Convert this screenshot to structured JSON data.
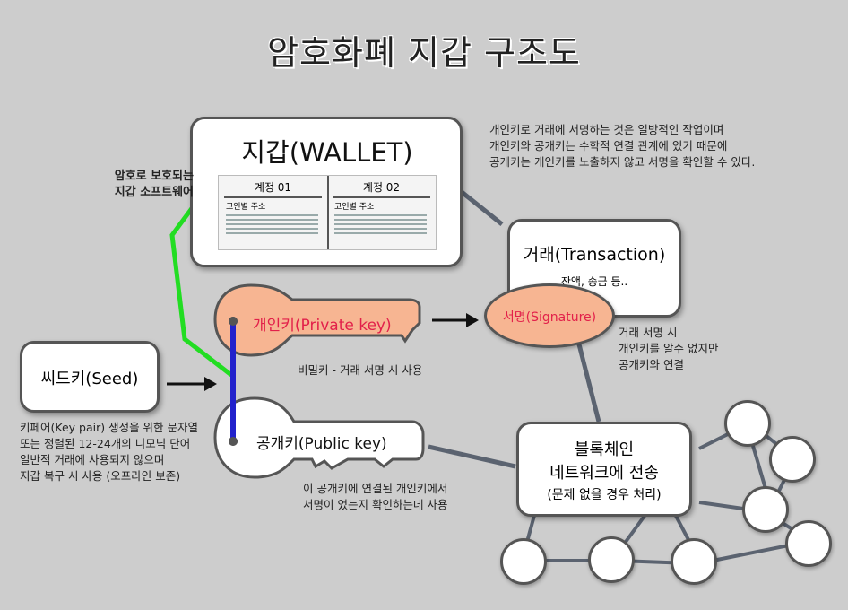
{
  "title": "암호화폐 지갑 구조도",
  "wallet": {
    "title": "지갑(WALLET)",
    "account1": "계정 01",
    "account2": "계정 02",
    "address_label": "코인별 주소"
  },
  "wallet_note": "암호로 보호되는\n지갑 소프트웨어",
  "top_note": "개인키로 거래에 서명하는 것은 일방적인 작업이며\n개인키와 공개키는 수학적 연결 관계에 있기 때문에\n공개키는 개인키를 노출하지 않고 서명을 확인할 수 있다.",
  "private_key": {
    "label": "개인키(Private key)",
    "note": "비밀키 - 거래 서명 시 사용"
  },
  "public_key": {
    "label": "공개키(Public key)",
    "note": "이 공개키에 연결된 개인키에서\n서명이 었는지 확인하는데 사용"
  },
  "seed": {
    "label": "씨드키(Seed)",
    "note": "키페어(Key pair) 생성을 위한 문자열\n또는 정렬된 12-24개의 니모닉 단어\n일반적 거래에 사용되지 않으며\n지갑 복구 시 사용 (오프라인 보존)"
  },
  "transaction": {
    "title": "거래(Transaction)",
    "sub": "잔액, 송금 등.."
  },
  "signature": {
    "label": "서명(Signature)",
    "note": "거래 서명 시\n개인키를 알수 없지만\n공개키와 연결"
  },
  "blockchain": {
    "line1": "블록체인",
    "line2": "네트워크에 전송",
    "line3": "(문제 없을 경우 처리)"
  },
  "colors": {
    "private_key_fill": "#f7b592",
    "signature_text": "#e2204a",
    "private_key_text": "#e2204a",
    "green_link": "#22dd22",
    "blue_link": "#2222cc"
  }
}
